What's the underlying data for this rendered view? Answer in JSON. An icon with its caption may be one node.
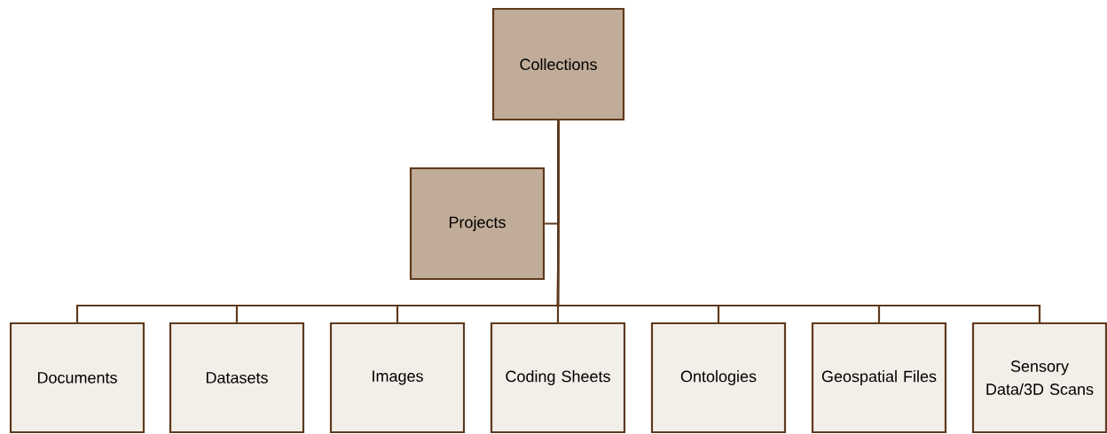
{
  "diagram": {
    "nodes": [
      {
        "text": [
          "Collections"
        ]
      },
      {
        "text": [
          "Projects"
        ]
      },
      {
        "text": [
          "Documents"
        ]
      },
      {
        "text": [
          "Datasets"
        ]
      },
      {
        "text": [
          "Images"
        ]
      },
      {
        "text": [
          "Coding Sheets"
        ]
      },
      {
        "text": [
          "Ontologies"
        ]
      },
      {
        "text": [
          "Geospatial Files"
        ]
      },
      {
        "text": [
          "Sensory Data/3D Scans"
        ]
      }
    ],
    "edges": [
      {
        "from": 0,
        "to": 1,
        "arrow": "none"
      },
      {
        "from": 0,
        "to": 2,
        "arrow": "none"
      },
      {
        "from": 0,
        "to": 3,
        "arrow": "none"
      },
      {
        "from": 0,
        "to": 4,
        "arrow": "none"
      },
      {
        "from": 0,
        "to": 5,
        "arrow": "none"
      },
      {
        "from": 0,
        "to": 6,
        "arrow": "none"
      },
      {
        "from": 0,
        "to": 7,
        "arrow": "none"
      },
      {
        "from": 0,
        "to": 8,
        "arrow": "none"
      }
    ]
  }
}
